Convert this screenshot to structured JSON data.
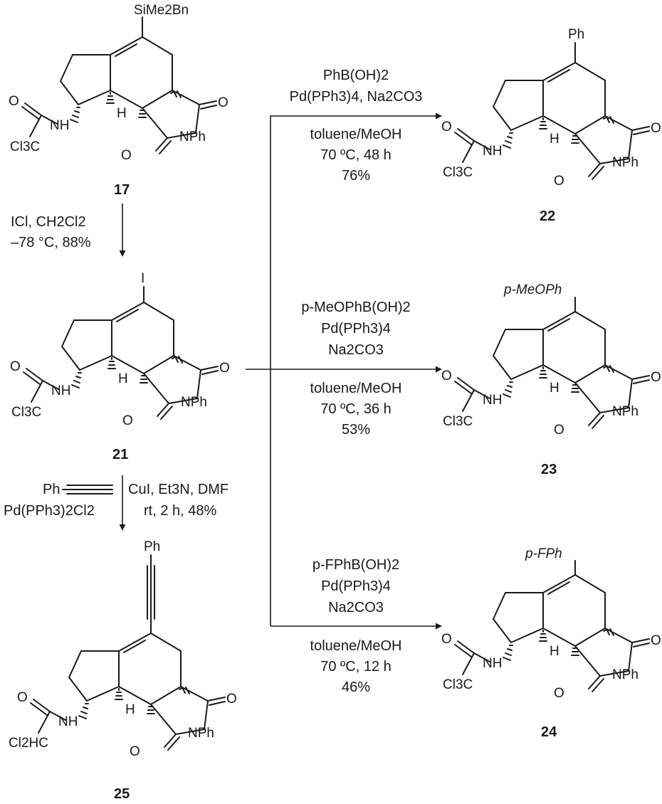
{
  "compounds": {
    "c17": {
      "id": "17",
      "substituent": "SiMe2Bn",
      "amide": "Cl3C"
    },
    "c21": {
      "id": "21",
      "substituent": "I",
      "amide": "Cl3C"
    },
    "c22": {
      "id": "22",
      "substituent": "Ph",
      "amide": "Cl3C"
    },
    "c23": {
      "id": "23",
      "substituent": "p-MeOPh",
      "amide": "Cl3C"
    },
    "c24": {
      "id": "24",
      "substituent": "p-FPh",
      "amide": "Cl3C"
    },
    "c25": {
      "id": "25",
      "substituent": "Ph",
      "amide": "Cl2HC"
    }
  },
  "atom_labels": {
    "o": "O",
    "nh": "NH",
    "h": "H",
    "nph": "NPh"
  },
  "reactions": {
    "r1": {
      "l1": "ICl, CH2Cl2",
      "l2": "–78 °C, 88%"
    },
    "r2": {
      "l1": "PhB(OH)2",
      "l2": "Pd(PPh3)4, Na2CO3",
      "l3": "toluene/MeOH",
      "l4": "70 ºC, 48 h",
      "l5": "76%"
    },
    "r3": {
      "l1": "p-MeOPhB(OH)2",
      "l2": "Pd(PPh3)4",
      "l3": "Na2CO3",
      "l4": "toluene/MeOH",
      "l5": "70 ºC, 36 h",
      "l6": "53%"
    },
    "r4": {
      "l1": "p-FPhB(OH)2",
      "l2": "Pd(PPh3)4",
      "l3": "Na2CO3",
      "l4": "toluene/MeOH",
      "l5": "70 ºC, 12 h",
      "l6": "46%"
    },
    "r5": {
      "left1": "Ph",
      "left2": "Pd(PPh3)2Cl2",
      "right1": "CuI, Et3N, DMF",
      "right2": "rt, 2 h, 48%"
    }
  }
}
